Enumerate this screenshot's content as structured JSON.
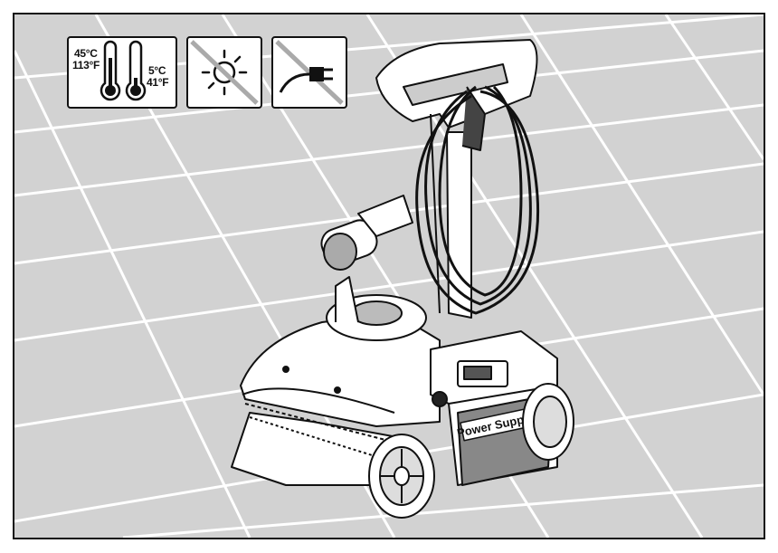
{
  "image_label": "Power Supply",
  "icons": {
    "temperature": {
      "icon": "thermometer-icon",
      "max_c": "45°C",
      "max_f": "113°F",
      "min_c": "5°C",
      "min_f": "41°F"
    },
    "sun": {
      "icon": "no-direct-sunlight-icon"
    },
    "plug": {
      "icon": "unplugged-icon"
    }
  },
  "colors": {
    "floor": "#d2d2d2",
    "grout": "#ffffff",
    "outline": "#111111"
  }
}
